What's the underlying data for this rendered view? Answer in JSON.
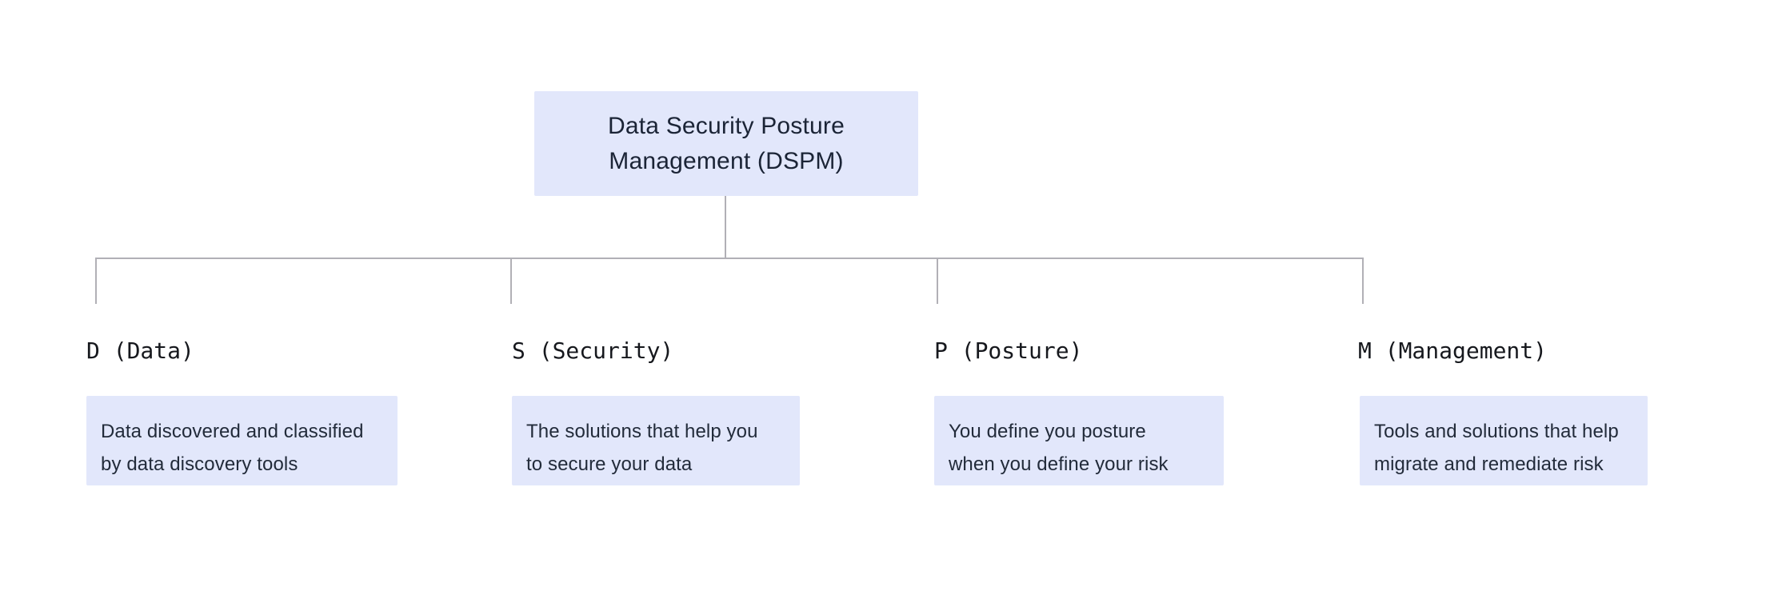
{
  "diagram": {
    "root": {
      "title_line1": "Data Security Posture",
      "title_line2": "Management (DSPM)"
    },
    "branches": [
      {
        "label": "D (Data)",
        "description_line1": "Data discovered and classified",
        "description_line2": "by data discovery tools"
      },
      {
        "label": "S (Security)",
        "description_line1": "The solutions that help you",
        "description_line2": "to secure your data"
      },
      {
        "label": "P (Posture)",
        "description_line1": "You define you posture",
        "description_line2": "when you define your risk"
      },
      {
        "label": "M (Management)",
        "description_line1": "Tools and solutions that help",
        "description_line2": "migrate and remediate risk"
      }
    ],
    "colors": {
      "box_fill": "#e2e7fb",
      "title_text": "#1b2436",
      "label_text": "#16181d",
      "body_text": "#222b3a",
      "connector_line": "#b1b0b6",
      "background": "#ffffff"
    }
  }
}
